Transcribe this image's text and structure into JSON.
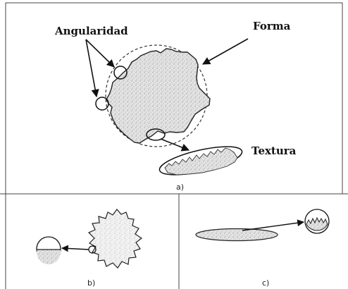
{
  "labels": {
    "angularidad": "Angularidad",
    "forma": "Forma",
    "textura": "Textura"
  },
  "captions": {
    "a": "a)",
    "b": "b)",
    "c": "c)"
  }
}
